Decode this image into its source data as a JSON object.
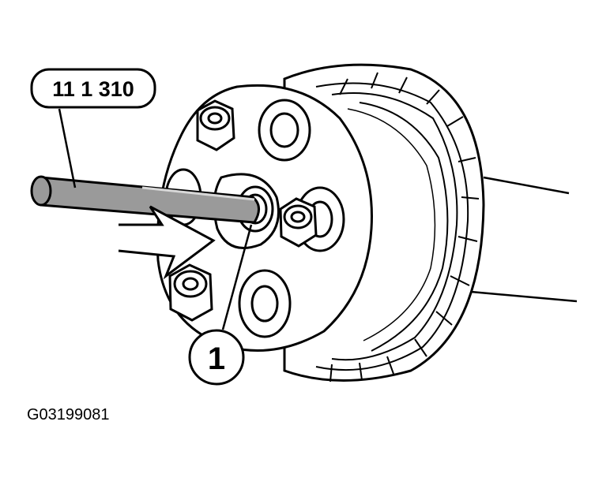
{
  "callouts": {
    "tool_label": "11 1 310",
    "part_label": "1"
  },
  "caption": "G03199081",
  "colors": {
    "line": "#000000",
    "tool_fill": "#9a9a9a",
    "background": "#ffffff"
  }
}
